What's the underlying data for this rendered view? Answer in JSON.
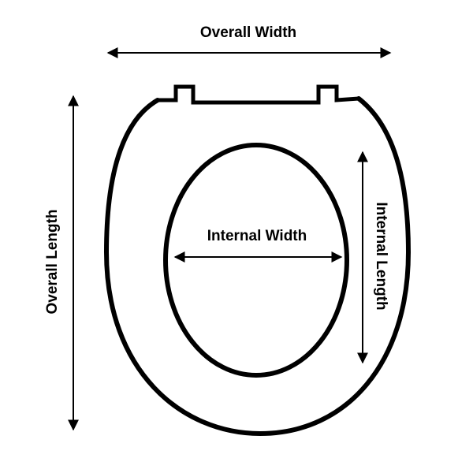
{
  "labels": {
    "overall_width": "Overall Width",
    "overall_length": "Overall Length",
    "internal_width": "Internal Width",
    "internal_length": "Internal Length"
  },
  "colors": {
    "stroke": "#000000",
    "background": "#ffffff"
  }
}
